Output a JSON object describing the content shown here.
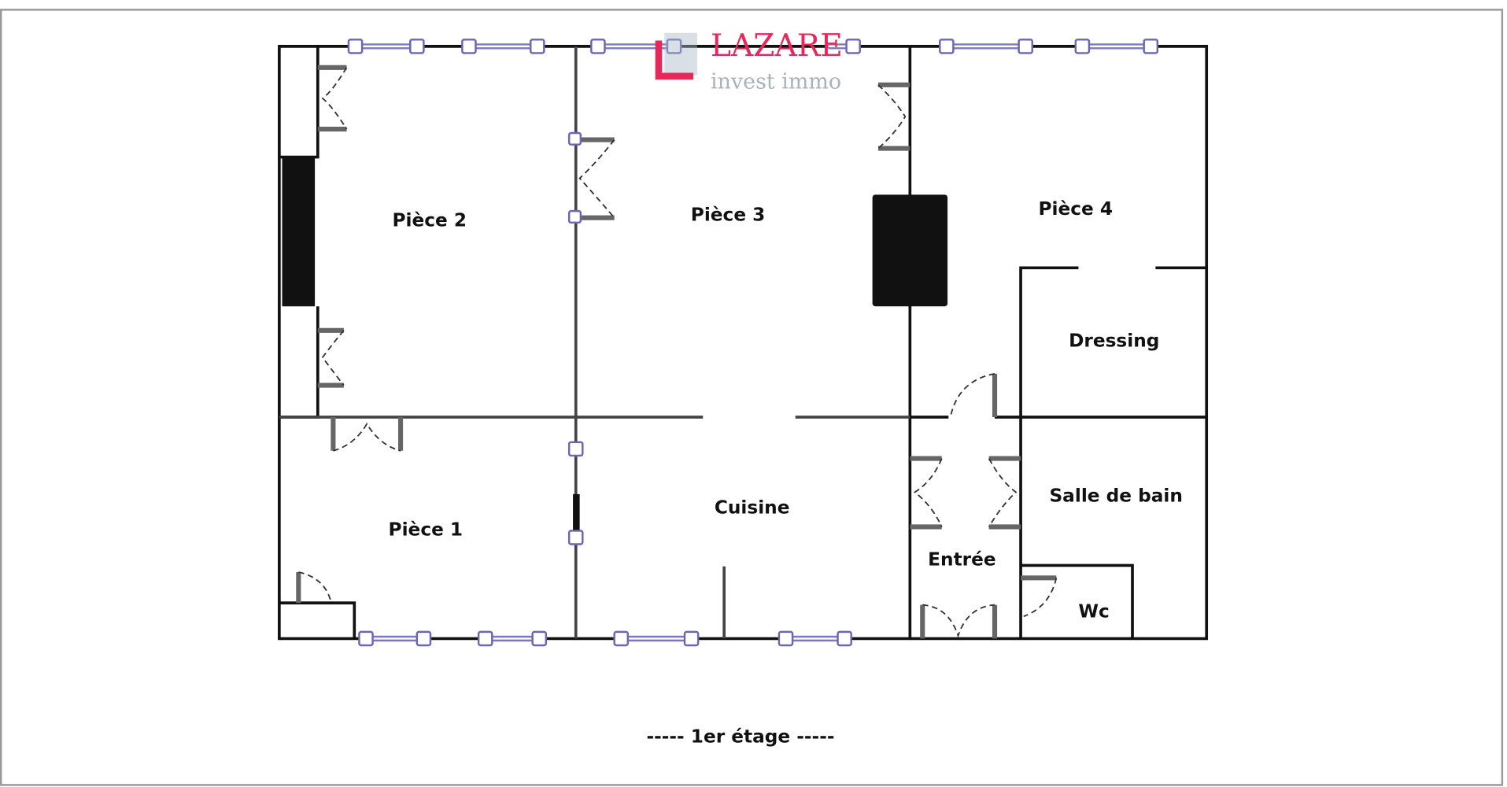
{
  "logo": {
    "brand": "LAZARE",
    "tagline": "invest immo",
    "brand_color": "#e8285a",
    "tagline_color": "#a9b2ba"
  },
  "rooms": {
    "piece2": "Pièce 2",
    "piece3": "Pièce 3",
    "piece4": "Pièce 4",
    "dressing": "Dressing",
    "piece1": "Pièce 1",
    "cuisine": "Cuisine",
    "salle_de_bain": "Salle de bain",
    "entree": "Entrée",
    "wc": "Wc"
  },
  "floor_label": "----- 1er étage -----"
}
